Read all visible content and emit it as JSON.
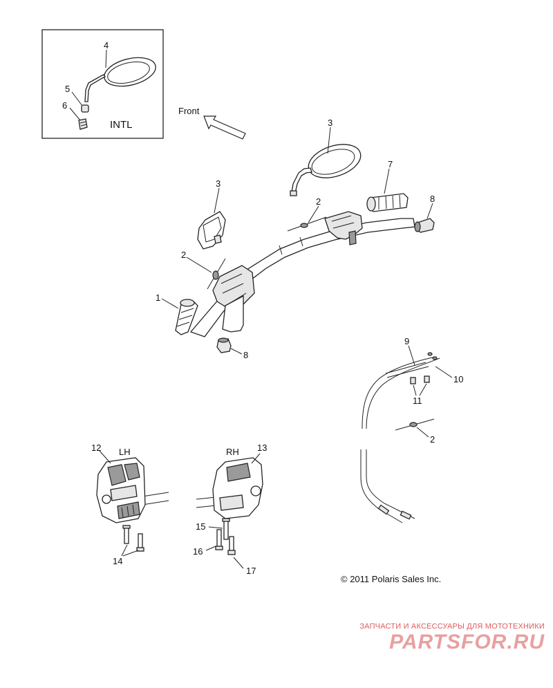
{
  "inset": {
    "region_label": "INTL"
  },
  "direction": {
    "label": "Front"
  },
  "switch_labels": {
    "left": "LH",
    "right": "RH"
  },
  "callouts": {
    "inset_mirror": "4",
    "inset_adapter": "5",
    "inset_nut": "6",
    "mirror_right": "3",
    "mirror_left": "3",
    "grip_right": "7",
    "end_weight_right": "8",
    "end_weight_left": "8",
    "clamp_right": "2",
    "clamp_left": "2",
    "clamp_cable": "2",
    "grip_left": "1",
    "cable_9": "9",
    "cable_10": "10",
    "cable_11": "11",
    "switch_lh": "12",
    "switch_rh": "13",
    "screws_lh": "14",
    "screw_15": "15",
    "screw_16": "16",
    "screw_17": "17"
  },
  "copyright": "© 2011 Polaris Sales Inc.",
  "watermark": {
    "tagline": "ЗАПЧАСТИ И АКСЕССУАРЫ ДЛЯ МОТОТЕХНИКИ",
    "brand": "PARTSFOR.RU"
  }
}
